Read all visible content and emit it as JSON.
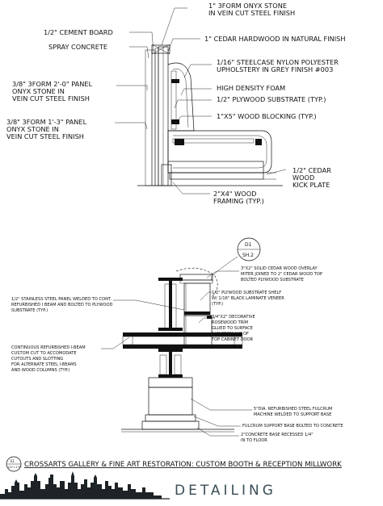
{
  "top_detail": {
    "labels": [
      "1\" 3FORM ONYX STONE",
      "IN VEIN CUT STEEL FINISH",
      "1/2\" CEMENT BOARD",
      "1\" CEDAR HARDWOOD IN NATURAL FINISH",
      "SPRAY CONCRETE",
      "1/16\" STEELCASE NYLON POLYESTER",
      "UPHOLSTERY IN GREY FINISH #003",
      "3/8\" 3FORM 2'-0\" PANEL",
      "ONYX STONE IN",
      "VEIN CUT STEEL FINISH",
      "HIGH DENSITY FOAM",
      "1/2\" PLYWOOD SUBSTRATE (TYP.)",
      "1\"X5\" WOOD BLOCKING (TYP.)",
      "3/8\" 3FORM 1'-3\" PANEL",
      "ONYX STONE IN",
      "VEIN CUT STEEL FINISH",
      "1/2\" CEDAR",
      "WOOD",
      "KICK PLATE",
      "2\"X4\" WOOD",
      "FRAMING (TYP.)"
    ]
  },
  "bottom_detail": {
    "section_mark": {
      "number": "D1",
      "sheet": "SH.2"
    },
    "labels": [
      "3\"X2\" SOLID CEDAR WOOD OVERLAY",
      "MITER JOINED TO 2\" CEDAR WOOD TOP",
      "BOLTED PLYWOOD SUBSTRATE",
      "1/2\" STAINLESS STEEL PANEL WELDED TO CONT.",
      "REFURBISHED I BEAM AND BOLTED TO PLYWOOD",
      "SUBSTRATE (TYP.)",
      "1/2\" PLYWOOD SUBSTRATE SHELF",
      "W/ 1/16\" BLACK LAMINATE VENEER",
      "(TYP.)",
      "3/4\"X2\" DECORATIVE",
      "ROSEWOOD TRIM",
      "GLUED TO SURFACE",
      "1/4\" FROM U/S OF",
      "TOP CABINET DOOR",
      "CONTINUOUS REFURBISHED I-BEAM",
      "CUSTOM CUT TO ACCOMODATE",
      "CUTOUTS AND SLOTTING",
      "FOR ALTERNATE STEEL I-BEAMS",
      "AND WOOD COLUMNS (TYP.)",
      "5\"DIA. REFURBISHED STEEL FULCRUM",
      "MACHINE WELDED TO SUPPORT BASE",
      "FULCRUM SUPPORT BASE BOLTED TO CONCRETE",
      "2\"CONCRETE BASE RECESSED 1/4\"",
      "IN TO FLOOR"
    ]
  },
  "footer": {
    "stamp_top": "E1",
    "stamp_bottom": "1/2\"=1'0\"",
    "title": "CROSSARTS GALLERY & FINE ART RESTORATION: CUSTOM BOOTH & RECEPTION MILLWORK",
    "heading": "DETAILING",
    "heading_color": "#3a4e57"
  }
}
